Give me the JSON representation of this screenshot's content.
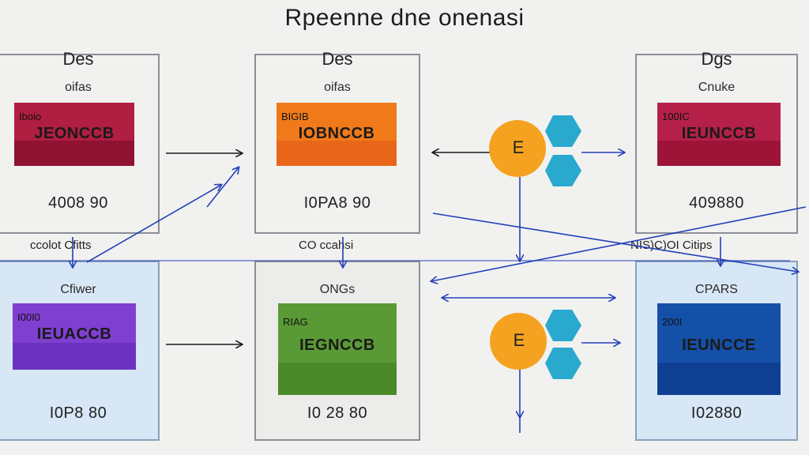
{
  "title": "Rpeenne dne onenasi",
  "panels": {
    "top_left": {
      "head": "Des",
      "sub": "oifas",
      "code": "Iboio",
      "name": "JEONCCB",
      "number": "4008 90"
    },
    "top_mid": {
      "head": "Des",
      "sub": "oifas",
      "code": "BIGIB",
      "name": "IOBNCCB",
      "number": "I0PA8 90"
    },
    "top_right": {
      "head": "Dgs",
      "sub": "Cnuke",
      "code": "100IC",
      "name": "IEUNCCB",
      "number": "409880"
    },
    "bot_left": {
      "head": "Cfiwer",
      "code": "I00I0",
      "name": "IEUACCB",
      "number": "I0P8 80"
    },
    "bot_mid": {
      "head": "ONGs",
      "code": "RIAG",
      "name": "IEGNCCB",
      "number": "I0 28 80"
    },
    "bot_right": {
      "head": "CPARS",
      "code": "200I",
      "name": "IEUNCCE",
      "number": "I02880"
    }
  },
  "between_labels": {
    "left": "ccolot Cfitts",
    "mid": "CO ccahsi",
    "right": "NIS)C)OI Citips"
  },
  "nodes": {
    "top": "E",
    "bottom": "E"
  },
  "colors": {
    "card_top_left": "#b01e42",
    "card_top_mid": "#f07a1a",
    "card_top_right": "#b52048",
    "card_bot_left": "#7f3fd0",
    "card_bot_mid": "#4f8d2f",
    "card_bot_right": "#1550a8",
    "node_orange": "#f4a21f",
    "node_teal": "#2aa9cf",
    "arrow_blue": "#2340b8",
    "arrow_black": "#1a1a1a"
  }
}
